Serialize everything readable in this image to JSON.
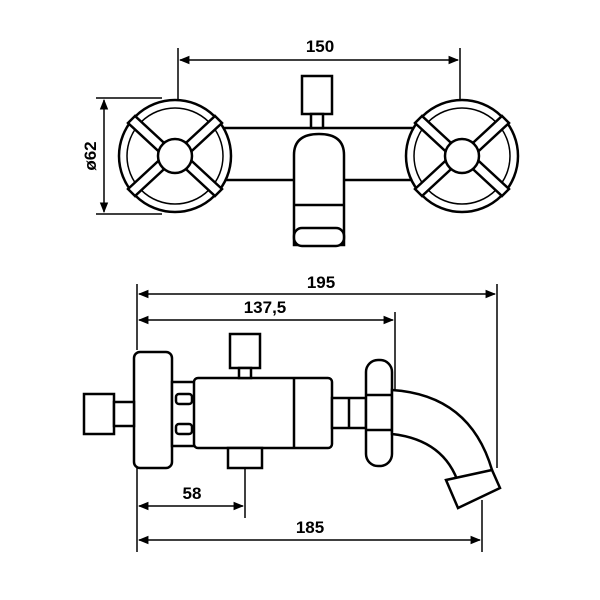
{
  "drawing": {
    "top_view": {
      "width_label": "150",
      "diameter_label": "ø62"
    },
    "side_view": {
      "overall_label": "195",
      "mid_label": "137,5",
      "inner_label": "58",
      "body_label": "185"
    }
  }
}
